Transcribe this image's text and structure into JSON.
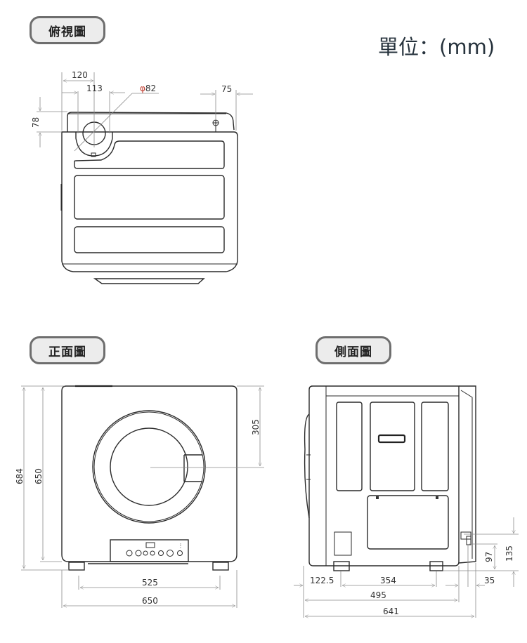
{
  "unit_label": "單位：(mm)",
  "views": {
    "top": {
      "label": "俯視圖"
    },
    "front": {
      "label": "正面圖"
    },
    "side": {
      "label": "側面圖"
    }
  },
  "dimensions": {
    "top": {
      "duct_offset_outer": "120",
      "duct_offset_inner": "113",
      "duct_diameter": "φ82",
      "depth_offset": "78",
      "right_offset": "75"
    },
    "front": {
      "total_height": "684",
      "body_height": "650",
      "duct_center_from_top": "305",
      "foot_span": "525",
      "body_width": "650"
    },
    "side": {
      "foot_front_offset": "122.5",
      "foot_span": "354",
      "body_depth": "495",
      "total_depth": "641",
      "drain_height_inner": "97",
      "drain_height_outer": "135",
      "drain_rear_offset": "35"
    }
  },
  "colors": {
    "label_border": "#6e6e6e",
    "label_fill": "#ececec",
    "line": "#2a2a2a",
    "dimension_line": "#8a8a8a",
    "accent_diameter": "#c0392b"
  }
}
